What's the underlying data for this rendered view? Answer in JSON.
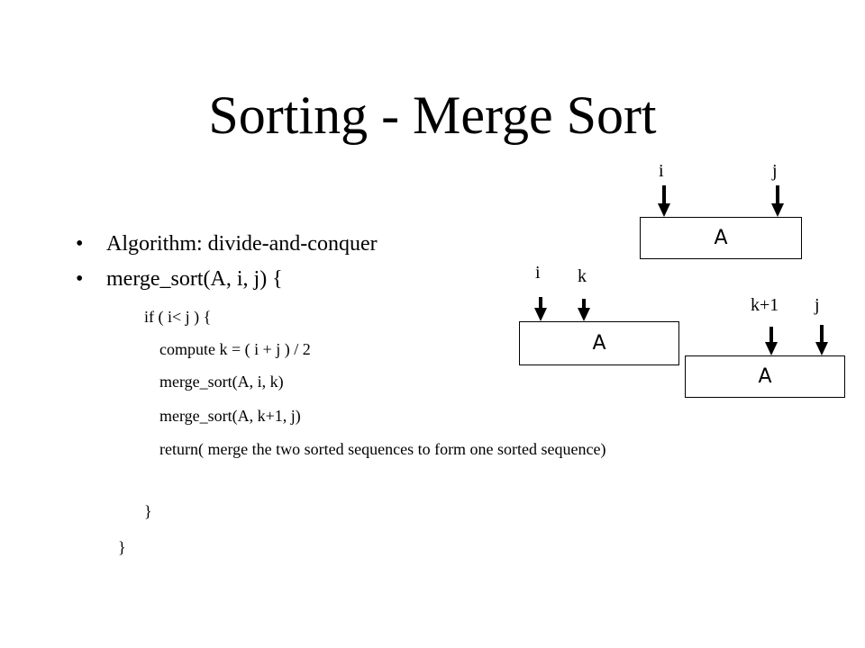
{
  "title": "Sorting - Merge Sort",
  "bullets": [
    {
      "marker": "•",
      "text": "Algorithm: divide-and-conquer"
    },
    {
      "marker": "•",
      "text": "merge_sort(A, i, j) {"
    }
  ],
  "code": {
    "if_line": "if ( i< j ) {",
    "compute_line": "compute k =   ( i + j ) / 2",
    "recurse_left": "merge_sort(A, i, k)",
    "recurse_right": "merge_sort(A, k+1, j)",
    "return_line": "return( merge the two sorted sequences to form one sorted sequence)",
    "close_if": "}",
    "close_fn": "}"
  },
  "diagram": {
    "top": {
      "box": "A",
      "left_pointer": "i",
      "right_pointer": "j"
    },
    "left": {
      "box": "A",
      "left_pointer": "i",
      "right_pointer": "k"
    },
    "right": {
      "box": "A",
      "left_pointer": "k+1",
      "right_pointer": "j"
    }
  }
}
